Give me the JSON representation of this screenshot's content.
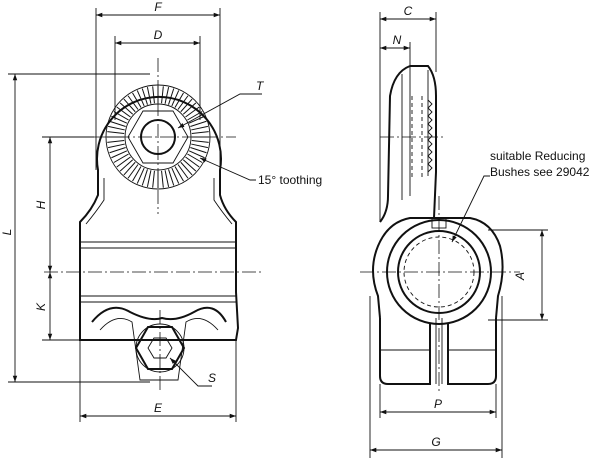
{
  "dimensions": {
    "F": "F",
    "D": "D",
    "T": "T",
    "L": "L",
    "H": "H",
    "K": "K",
    "S": "S",
    "E": "E",
    "C": "C",
    "N": "N",
    "A": "A",
    "P": "P",
    "G": "G"
  },
  "notes": {
    "toothing": "15° toothing",
    "bushes_line1": "suitable Reducing",
    "bushes_line2": "Bushes see 29042"
  }
}
